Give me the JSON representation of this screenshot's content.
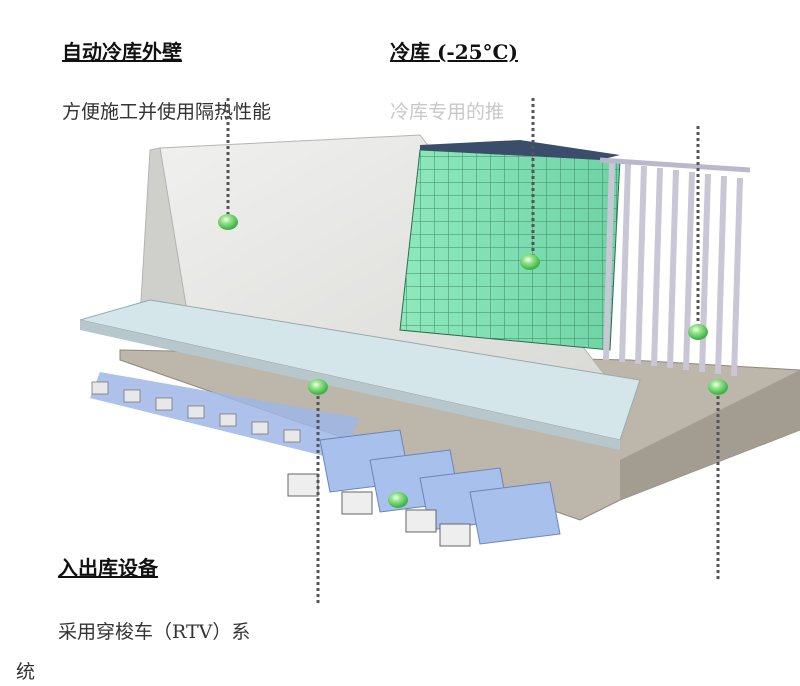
{
  "callouts": {
    "wall": {
      "title": "自动冷库外壁",
      "desc": "方便施工并使用隔热性能"
    },
    "cold_store": {
      "title": "冷库 (-25°C)",
      "desc": "冷库专用的推"
    },
    "io": {
      "title": "入出库设备",
      "desc_line1": "采用穿梭车（RTV）系",
      "desc_line2": "统"
    }
  },
  "colors": {
    "marker": "#6fd36a",
    "rack": "#7be3b0",
    "wall": "#e7e7e5",
    "truck": "#9fb6e6",
    "floor": "#c9c4bb"
  }
}
